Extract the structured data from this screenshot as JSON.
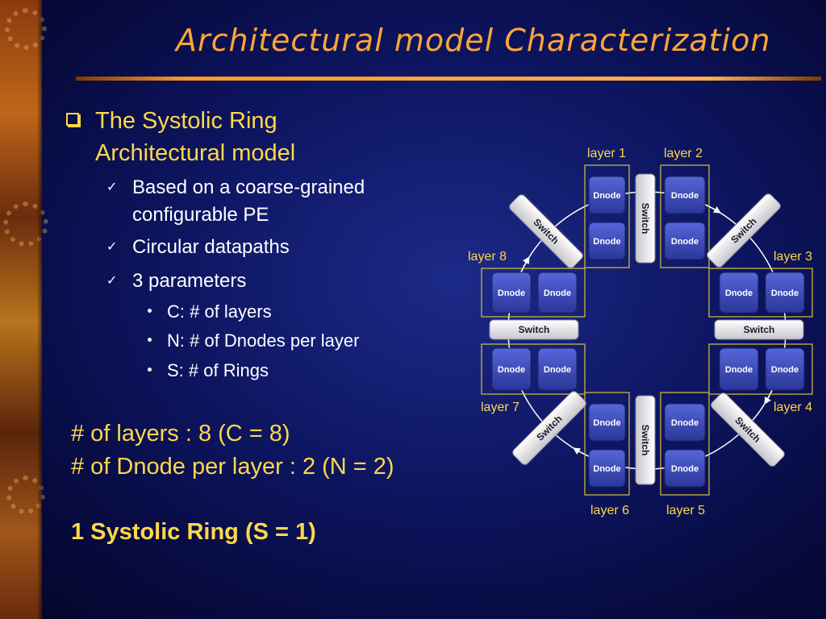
{
  "title": "Architectural model Characterization",
  "bullet": {
    "heading_line1": "The Systolic Ring",
    "heading_line2": "Architectural model",
    "items": [
      {
        "line1": "Based on a coarse-grained",
        "line2": "configurable PE"
      },
      {
        "line1": "Circular datapaths"
      },
      {
        "line1": "3 parameters"
      }
    ],
    "params": [
      "C: # of layers",
      "N: # of Dnodes per layer",
      "S: # of Rings"
    ]
  },
  "summary": {
    "layers": "# of layers : 8 (C = 8)",
    "dnodes": "# of Dnode per layer : 2 (N = 2)",
    "rings": "1 Systolic Ring (S = 1)"
  },
  "diagram": {
    "layer_labels": [
      "layer 1",
      "layer 2",
      "layer 3",
      "layer 4",
      "layer 5",
      "layer 6",
      "layer 7",
      "layer 8"
    ],
    "dnode_label": "Dnode",
    "switch_label": "Switch",
    "colors": {
      "layer_border": "#d8c23a",
      "dnode_fill": "#3a49b8",
      "switch_fill": "#e9e9ee",
      "label": "#ffd84a"
    }
  }
}
